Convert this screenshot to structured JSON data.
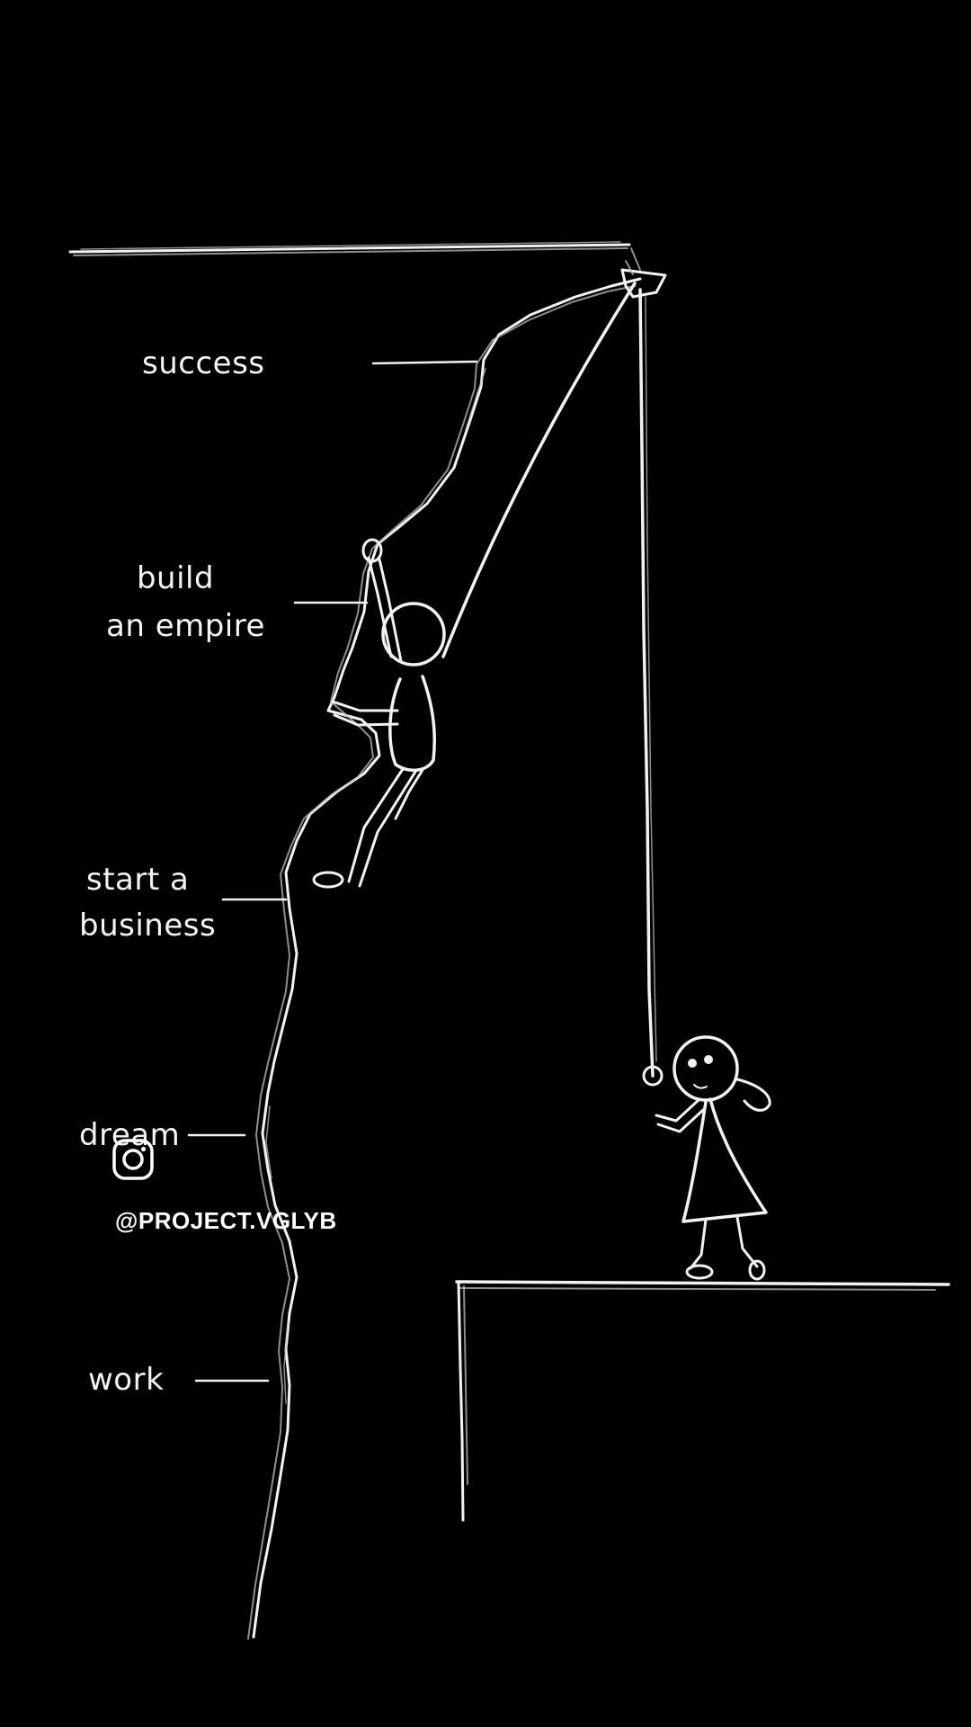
{
  "labels": {
    "success": "success",
    "build": "build",
    "an_empire": "an empire",
    "start_a": "start a",
    "business": "business",
    "dream": "dream",
    "work": "work"
  },
  "watermark": {
    "handle": "@PROJECT.VGLYB",
    "icon": "instagram-icon"
  },
  "colors": {
    "background": "#000000",
    "chalk": "#f2f2f2"
  }
}
